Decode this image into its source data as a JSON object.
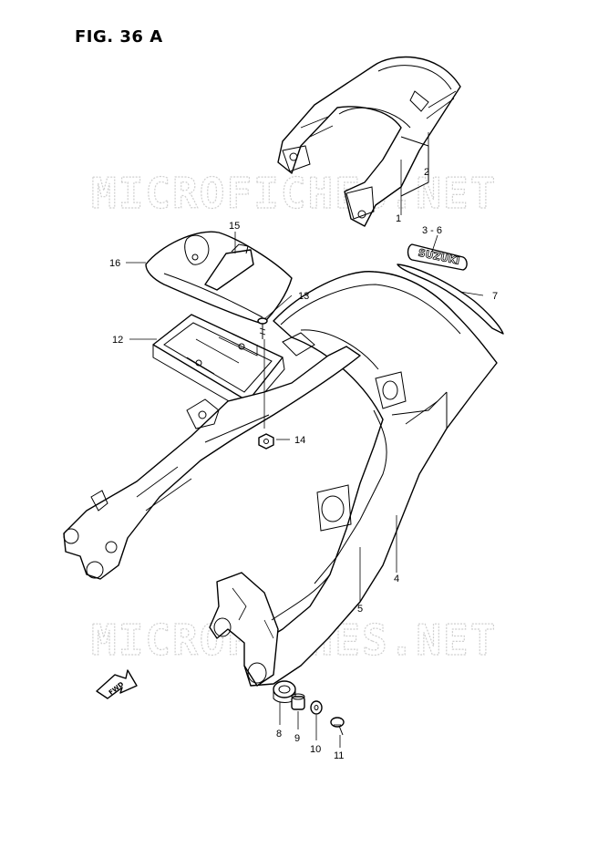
{
  "figure": {
    "title": "FIG. 36 A"
  },
  "watermark": {
    "text": "MICROFICHES.NET"
  },
  "emblem": {
    "text": "SUZUKI"
  },
  "direction_marker": {
    "text": "FWD"
  },
  "callouts": [
    {
      "id": "c1",
      "label": "1"
    },
    {
      "id": "c2",
      "label": "2"
    },
    {
      "id": "c3",
      "label": "3 - 6"
    },
    {
      "id": "c4",
      "label": "4"
    },
    {
      "id": "c5",
      "label": "5"
    },
    {
      "id": "c7",
      "label": "7"
    },
    {
      "id": "c8",
      "label": "8"
    },
    {
      "id": "c9",
      "label": "9"
    },
    {
      "id": "c10",
      "label": "10"
    },
    {
      "id": "c11",
      "label": "11"
    },
    {
      "id": "c12",
      "label": "12"
    },
    {
      "id": "c13",
      "label": "13"
    },
    {
      "id": "c14",
      "label": "14"
    },
    {
      "id": "c15",
      "label": "15"
    },
    {
      "id": "c16",
      "label": "16"
    }
  ]
}
